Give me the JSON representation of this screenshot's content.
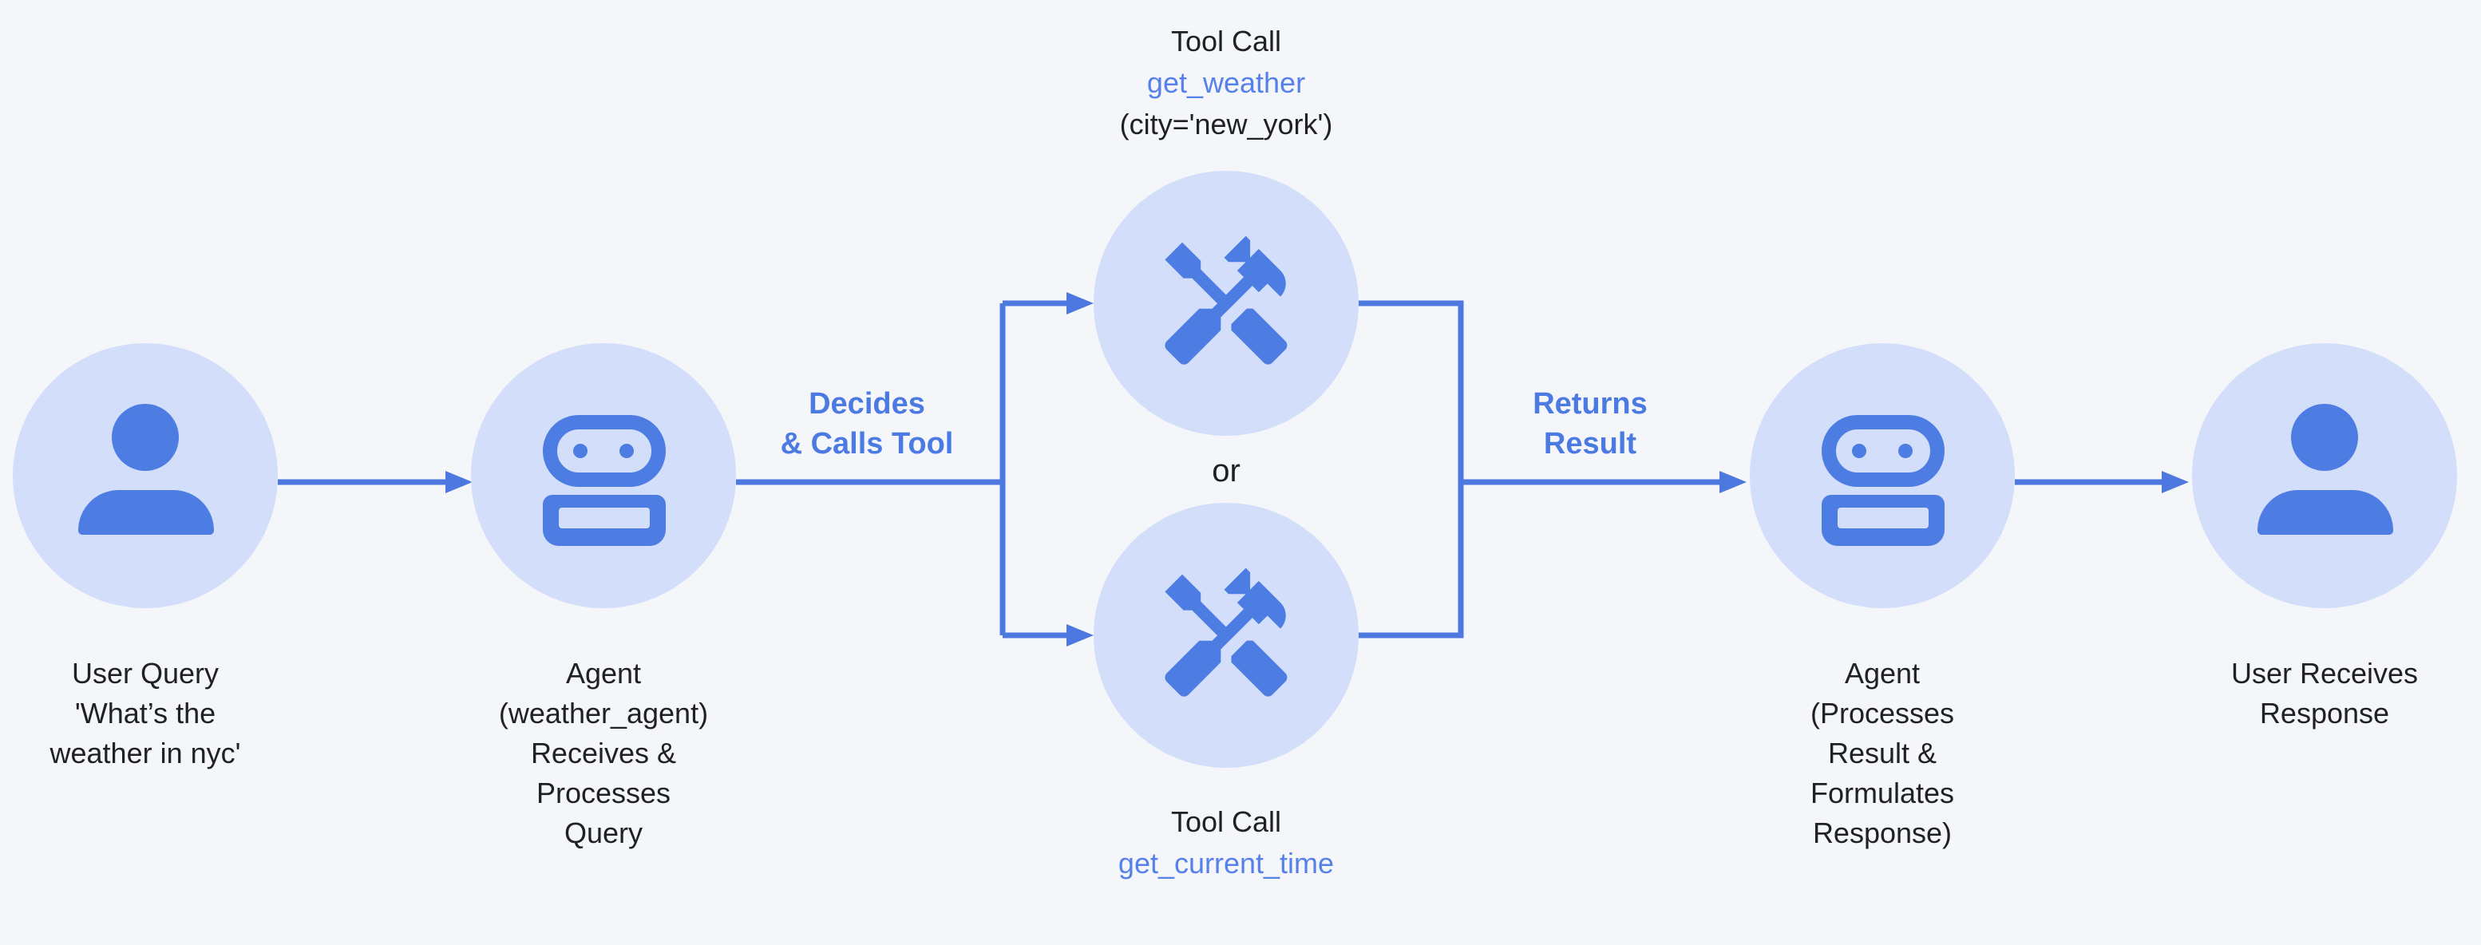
{
  "title": "Agent tool-call flow diagram",
  "palette": {
    "background": "#f4f6fa",
    "circle_fill": "#d3defa",
    "icon_blue": "#4d7ce2",
    "arrow_blue": "#4c78e0",
    "edge_label_blue": "#4b7ae3",
    "function_name_blue": "#5681ea",
    "text_dark": "#202124"
  },
  "icons": {
    "user": "person-icon",
    "agent": "robot-icon",
    "tool": "handyman-icon"
  },
  "nodes": {
    "user_query": {
      "icon": "person-icon",
      "lines": [
        "User Query",
        "'What’s the",
        "weather in nyc'"
      ]
    },
    "agent_receives": {
      "icon": "robot-icon",
      "lines": [
        "Agent",
        "(weather_agent)",
        "Receives &",
        "Processes",
        "Query"
      ]
    },
    "tool_get_weather": {
      "icon": "handyman-icon",
      "lines": [
        "Tool Call",
        "get_weather",
        "(city='new_york')"
      ]
    },
    "tool_get_current_time": {
      "icon": "handyman-icon",
      "lines": [
        "Tool Call",
        "get_current_time"
      ]
    },
    "agent_processes": {
      "icon": "robot-icon",
      "lines": [
        "Agent",
        "(Processes",
        "Result &",
        "Formulates",
        "Response)"
      ]
    },
    "user_receives": {
      "icon": "person-icon",
      "lines": [
        "User Receives",
        "Response"
      ]
    }
  },
  "edges": {
    "decides_calls_tool": {
      "lines": [
        "Decides",
        "& Calls Tool"
      ]
    },
    "returns_result": {
      "lines": [
        "Returns",
        "Result"
      ]
    },
    "or_label": "or"
  },
  "flow": [
    {
      "from": "user_query",
      "to": "agent_receives"
    },
    {
      "from": "agent_receives",
      "to": "tool_get_weather",
      "label": "Decides & Calls Tool"
    },
    {
      "from": "agent_receives",
      "to": "tool_get_current_time",
      "label": "Decides & Calls Tool"
    },
    {
      "from": "tool_get_weather",
      "to": "agent_processes",
      "label": "Returns Result"
    },
    {
      "from": "tool_get_current_time",
      "to": "agent_processes",
      "label": "Returns Result"
    },
    {
      "from": "agent_processes",
      "to": "user_receives"
    }
  ]
}
